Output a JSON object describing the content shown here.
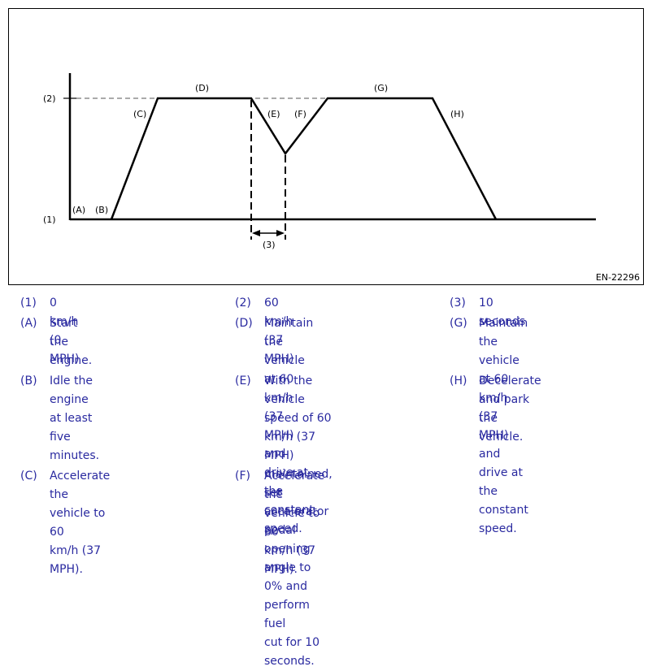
{
  "figure": {
    "id": "EN-22296",
    "y_labels": {
      "y1": "(1)",
      "y2": "(2)"
    },
    "segment_labels": {
      "A": "(A)",
      "B": "(B)",
      "C": "(C)",
      "D": "(D)",
      "E": "(E)",
      "F": "(F)",
      "G": "(G)",
      "H": "(H)"
    },
    "dimension_label": "(3)"
  },
  "legend": {
    "c1": {
      "code": "(1)",
      "text": "0 km/h (0 MPH)"
    },
    "c2": {
      "code": "(2)",
      "text": "60 km/h (37 MPH)"
    },
    "c3": {
      "code": "(3)",
      "text": "10 seconds"
    },
    "A": {
      "code": "(A)",
      "text": "Start the engine."
    },
    "B": {
      "code": "(B)",
      "line1": "Idle the engine at least five",
      "line2": "minutes."
    },
    "C": {
      "code": "(C)",
      "line1": "Accelerate the vehicle to 60",
      "line2": "km/h (37 MPH)."
    },
    "D": {
      "code": "(D)",
      "line1": "Maintain the vehicle at 60",
      "line2": "km/h (37 MPH) and drive at",
      "line3": "the constant speed."
    },
    "E": {
      "code": "(E)",
      "line1": "With the vehicle speed of 60",
      "line2": "km/h (37 MPH) maintained,",
      "line3": "set accelerator pedal opening",
      "line4": "angle to 0% and perform fuel",
      "line5": "cut for 10 seconds."
    },
    "F": {
      "code": "(F)",
      "line1": "Accelerate the vehicle to 60",
      "line2": "km/h (37 MPH)."
    },
    "G": {
      "code": "(G)",
      "line1": "Maintain the vehicle at 60",
      "line2": "km/h (37 MPH) and drive at",
      "line3": "the constant speed."
    },
    "H": {
      "code": "(H)",
      "line1": "Decelerate and park the",
      "line2": "vehicle."
    }
  }
}
